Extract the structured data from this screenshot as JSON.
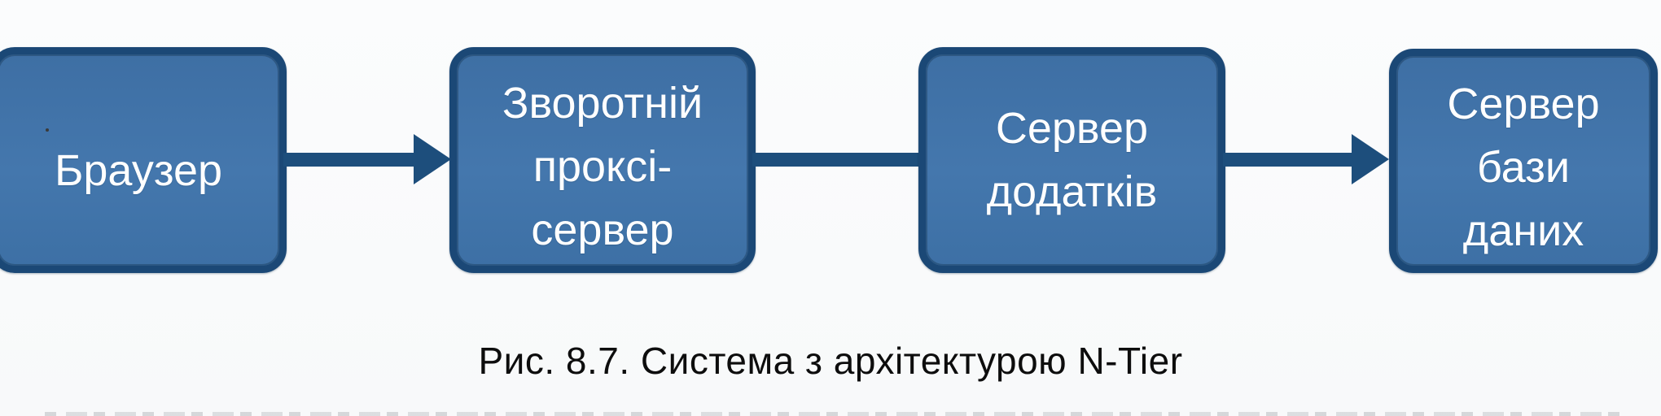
{
  "figure": {
    "caption": "Рис. 8.7. Система з архітектурою N-Tier",
    "figure_number": "8.7",
    "nodes": [
      {
        "id": "browser",
        "lines": [
          "Браузер"
        ]
      },
      {
        "id": "reverse-proxy",
        "lines": [
          "Зворотній",
          "проксі-",
          "сервер"
        ]
      },
      {
        "id": "app-server",
        "lines": [
          "Сервер",
          "додатків"
        ]
      },
      {
        "id": "db-server",
        "lines": [
          "Сервер",
          "бази",
          "даних"
        ]
      }
    ],
    "connectors": [
      {
        "from": "browser",
        "to": "reverse-proxy",
        "style": "arrow"
      },
      {
        "from": "reverse-proxy",
        "to": "app-server",
        "style": "line"
      },
      {
        "from": "app-server",
        "to": "db-server",
        "style": "arrow"
      }
    ],
    "colors": {
      "node_fill": "#4074a9",
      "node_border": "#1b4876",
      "connector": "#1d4e7c",
      "node_text": "#ffffff",
      "caption_text": "#0d0d0d",
      "background": "#fafbfc"
    }
  }
}
